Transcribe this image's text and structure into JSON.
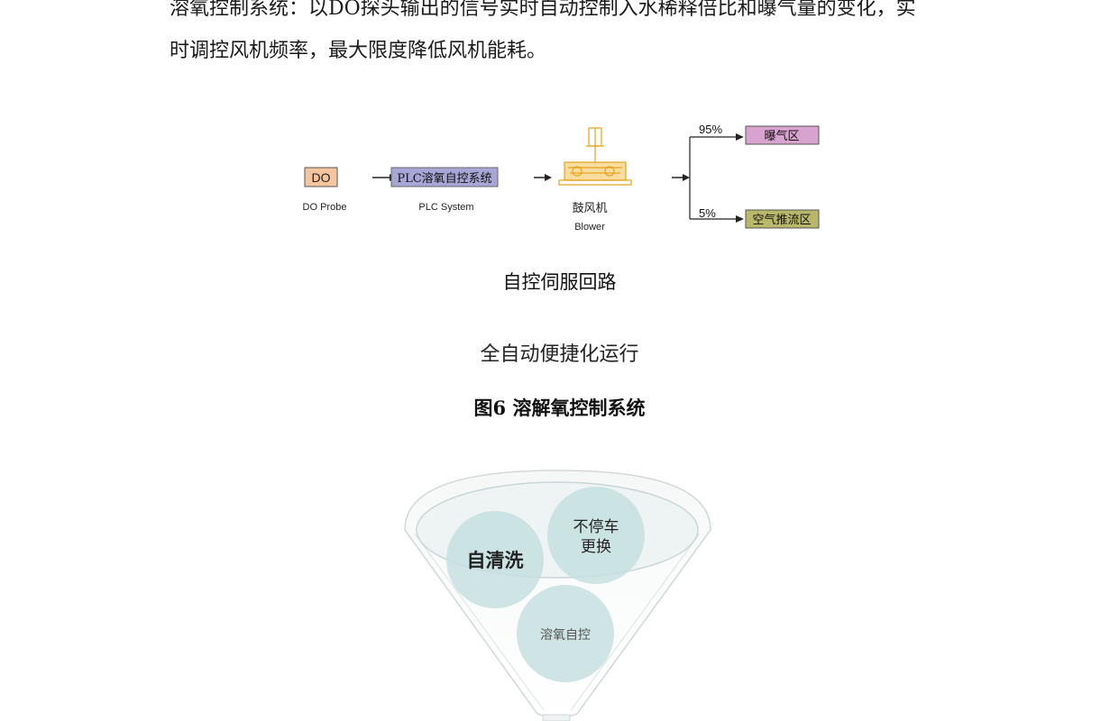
{
  "text": {
    "line1": "溶氧控制系统：以DO探头输出的信号实时自动控制入水稀释倍比和曝气量的变化，实",
    "line2": "时调控风机频率，最大限度降低风机能耗。"
  },
  "diagram1": {
    "do_box": "DO",
    "do_label": "DO Probe",
    "plc_box": "PLC溶氧自控系统",
    "plc_label": "PLC System",
    "blower_label_cn": "鼓风机",
    "blower_label_en": "Blower",
    "pct_top": "95%",
    "pct_bottom": "5%",
    "aeration_zone": "曝气区",
    "airlift_zone": "空气推流区",
    "colors": {
      "do_fill": "#f5c5a0",
      "plc_fill": "#a7a6d6",
      "aeration_fill": "#d9a3d0",
      "airlift_fill": "#b9b86a",
      "blower_color": "#e6a21a"
    }
  },
  "captions": {
    "loop": "自控伺服回路",
    "auto": "全自动便捷化运行",
    "figure": "图6  溶解氧控制系统"
  },
  "funnel": {
    "circle_self_clean": "自清洗",
    "circle_no_stop_line1": "不停车",
    "circle_no_stop_line2": "更换",
    "circle_do_control": "溶氧自控",
    "colors": {
      "circle_fill": "#c5dfe1",
      "funnel_stroke": "#d0d8d8"
    }
  }
}
